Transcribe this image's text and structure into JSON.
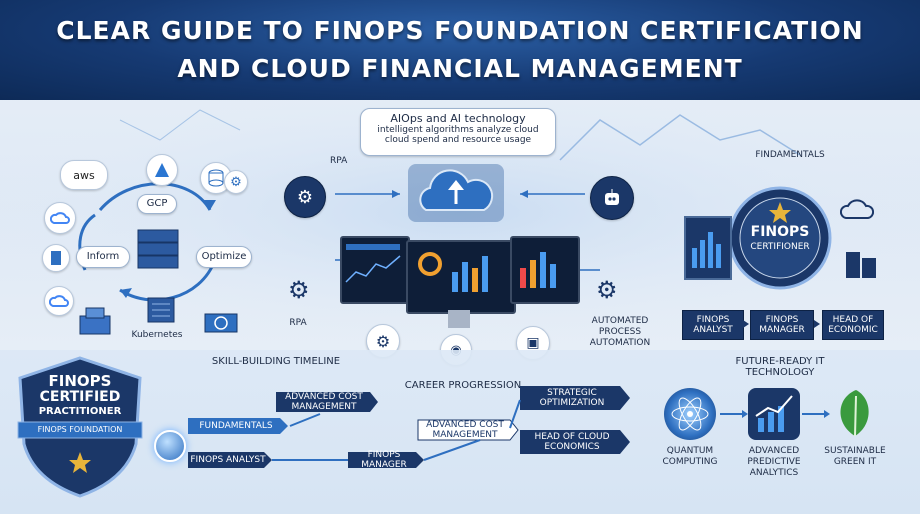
{
  "title": {
    "line1": "CLEAR GUIDE TO FINOPS FOUNDATION CERTIFICATION",
    "line2": "AND CLOUD FINANCIAL MANAGEMENT"
  },
  "cycle": {
    "aws": "aws",
    "gcp": "GCP",
    "inform": "Inform",
    "optimize": "Optimize",
    "kubernetes": "Kubernetes"
  },
  "aiops": {
    "heading": "AIOps and AI technology",
    "body_line1": "intelligent algorithms analyze cloud",
    "body_line2": "cloud spend and resource usage"
  },
  "center": {
    "rpa_top": "RPA",
    "rpa_left": "RPA",
    "automation": "AUTOMATED PROCESS AUTOMATION"
  },
  "right_top": {
    "fundamentals": "FINDAMENTALS",
    "badge_line1": "FINOPS",
    "badge_line2": "CERTIFIONER",
    "roles": [
      "FINOPS ANALYST",
      "FINOPS MANAGER",
      "HEAD OF ECONOMIC"
    ]
  },
  "section_labels": {
    "skill_timeline": "SKILL-BUILDING TIMELINE",
    "career": "CAREER PROGRESSION",
    "future": "FUTURE-READY IT TECHNOLOGY"
  },
  "shield": {
    "line1": "FINOPS",
    "line2": "CERTIFIED",
    "line3": "PRACTITIONER",
    "band": "FINOPS FOUNDATION"
  },
  "timeline": {
    "fundamentals": "FUNDAMENTALS",
    "analyst": "FINOPS ANALYST",
    "advanced_mgmt": "ADVANCED COST MANAGEMENT",
    "manager": "FINOPS MANAGER",
    "advanced_mgmt2": "ADVANCED COST MANAGEMENT",
    "strategic": "STRATEGIC OPTIMIZATION",
    "head": "HEAD OF CLOUD ECONOMICS"
  },
  "future": {
    "quantum": "QUANTUM COMPUTING",
    "predictive": "ADVANCED PREDICTIVE ANALYTICS",
    "green": "SUSTAINABLE GREEN IT"
  },
  "colors": {
    "navy": "#1b3768",
    "accent": "#2e6fc0",
    "green": "#3a9a3e"
  }
}
